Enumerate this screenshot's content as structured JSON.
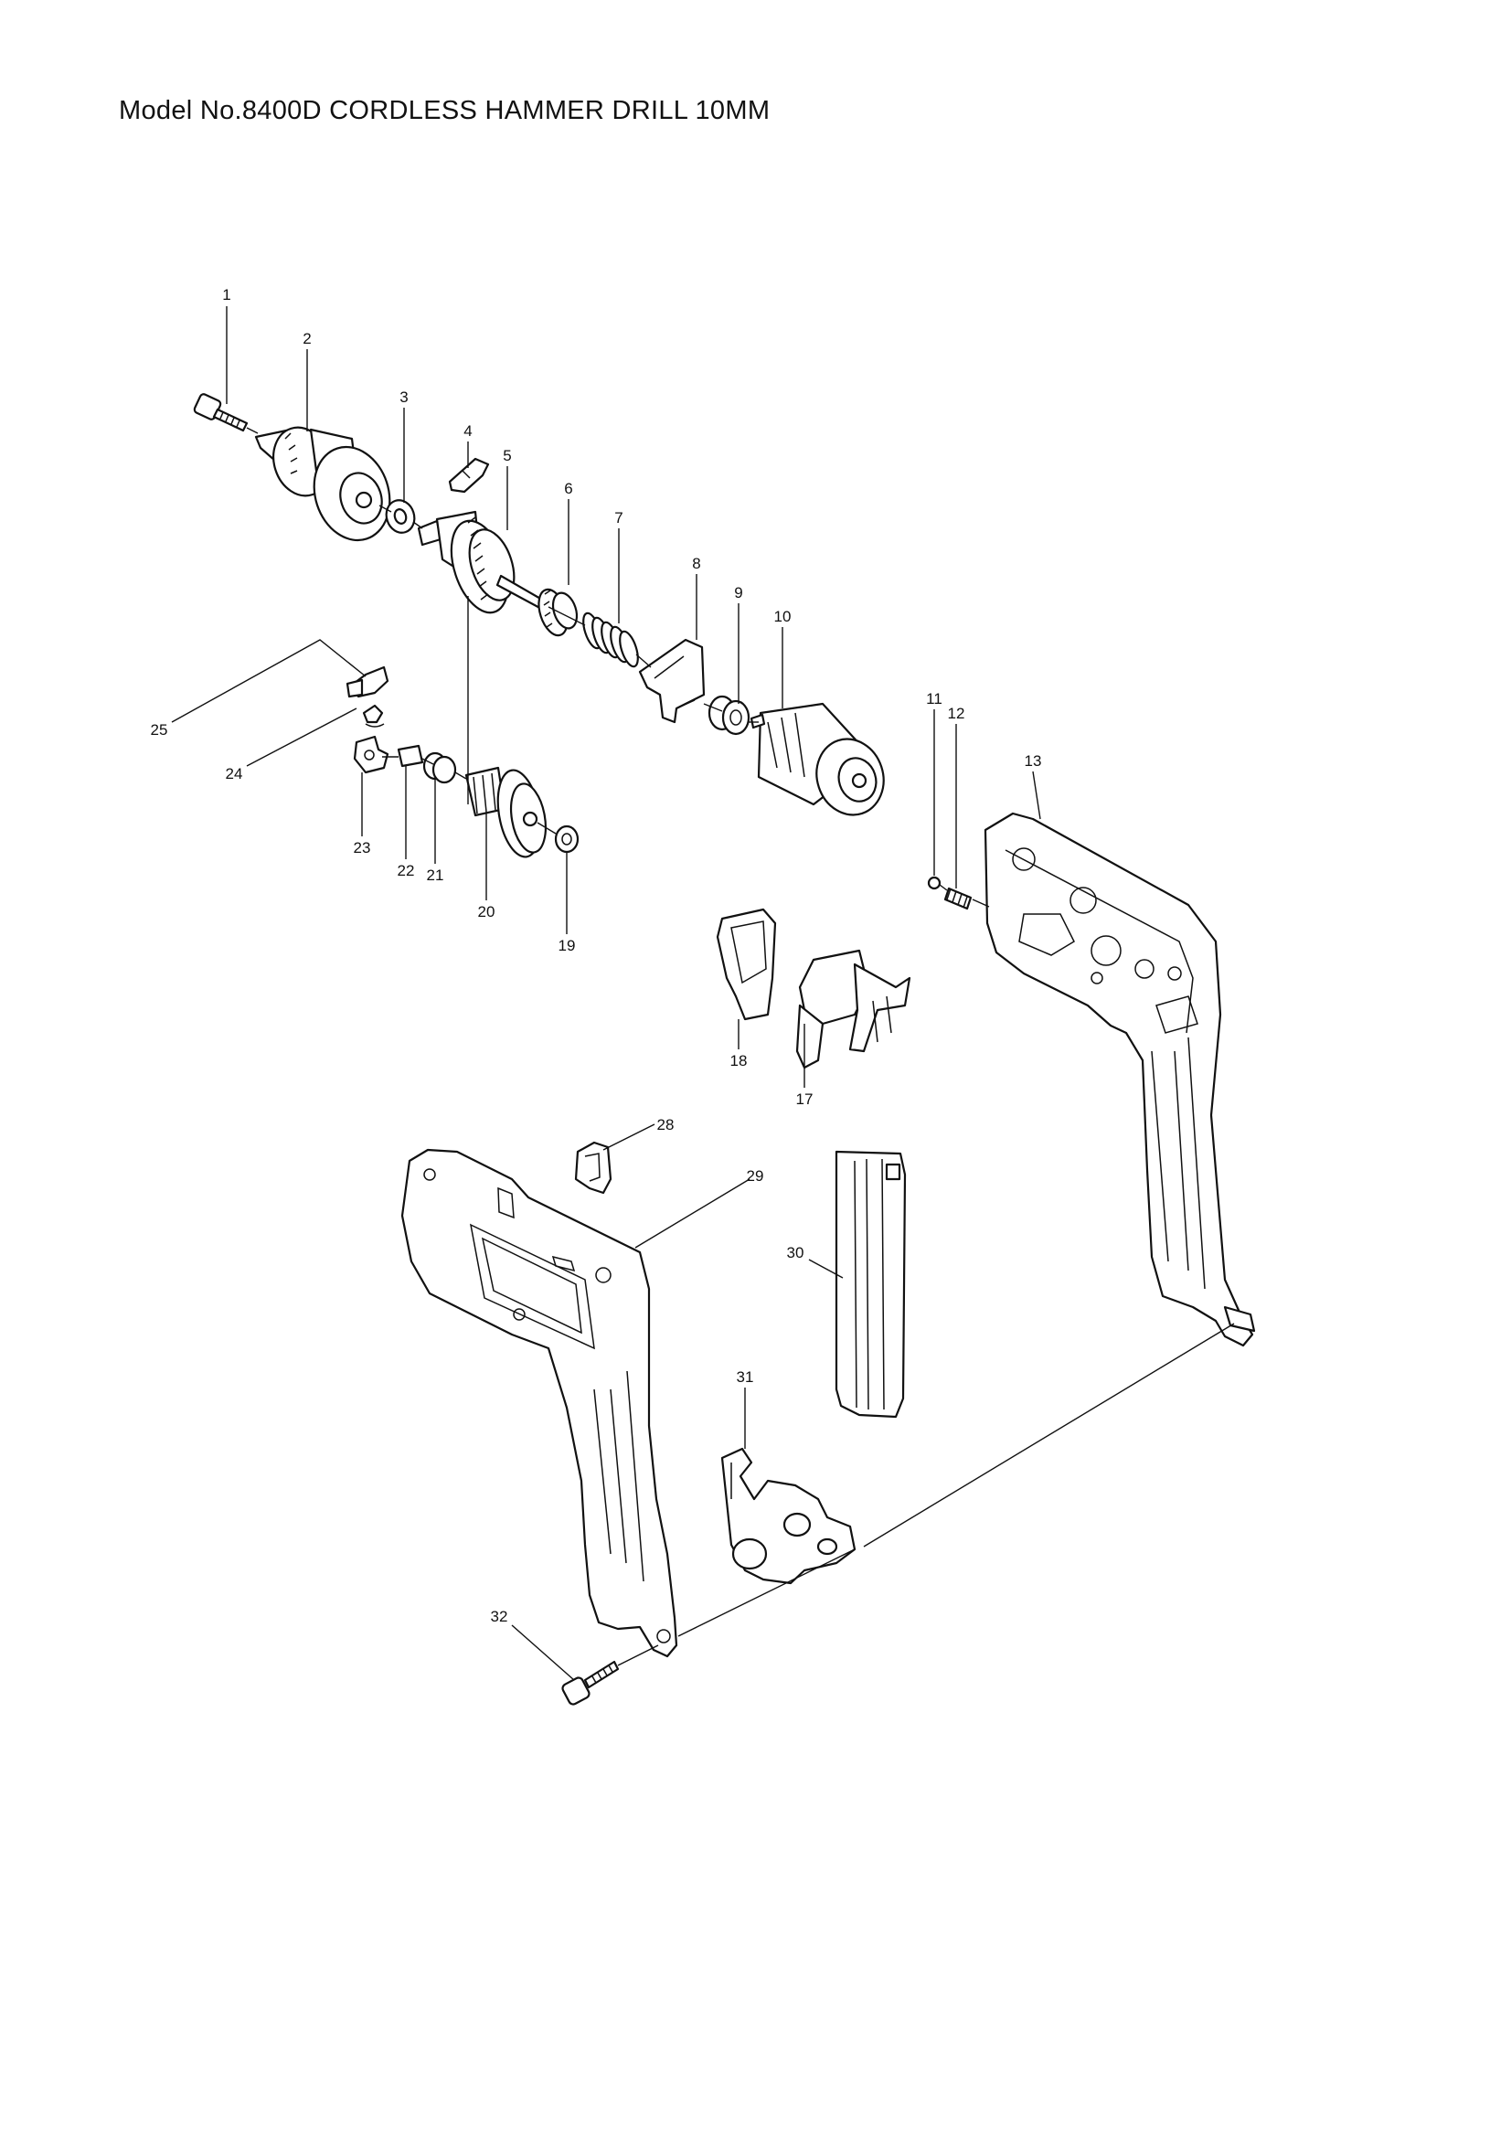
{
  "title": "Model No.8400D CORDLESS HAMMER DRILL 10MM",
  "callouts": [
    "1",
    "2",
    "3",
    "4",
    "5",
    "6",
    "7",
    "8",
    "9",
    "10",
    "11",
    "12",
    "13",
    "17",
    "18",
    "19",
    "20",
    "21",
    "22",
    "23",
    "24",
    "25",
    "28",
    "29",
    "30",
    "31",
    "32"
  ],
  "parts": [
    {
      "no": "1",
      "name": "screw-icon"
    },
    {
      "no": "2",
      "name": "drill-chuck-icon"
    },
    {
      "no": "3",
      "name": "washer-icon"
    },
    {
      "no": "4",
      "name": "clip-icon"
    },
    {
      "no": "5",
      "name": "spindle-gear-icon"
    },
    {
      "no": "6",
      "name": "cam-icon"
    },
    {
      "no": "7",
      "name": "spring-icon"
    },
    {
      "no": "8",
      "name": "plate-icon"
    },
    {
      "no": "9",
      "name": "bearing-icon"
    },
    {
      "no": "10",
      "name": "dc-motor-icon"
    },
    {
      "no": "11",
      "name": "steel-ball-icon"
    },
    {
      "no": "12",
      "name": "spring-icon"
    },
    {
      "no": "13",
      "name": "housing-right-icon"
    },
    {
      "no": "17",
      "name": "switch-icon"
    },
    {
      "no": "18",
      "name": "switch-cover-icon"
    },
    {
      "no": "19",
      "name": "bearing-icon"
    },
    {
      "no": "20",
      "name": "spur-gear-icon"
    },
    {
      "no": "21",
      "name": "bearing-icon"
    },
    {
      "no": "22",
      "name": "pin-icon"
    },
    {
      "no": "23",
      "name": "lever-icon"
    },
    {
      "no": "24",
      "name": "spring-clip-icon"
    },
    {
      "no": "25",
      "name": "change-lever-icon"
    },
    {
      "no": "28",
      "name": "hook-icon"
    },
    {
      "no": "29",
      "name": "housing-left-icon"
    },
    {
      "no": "30",
      "name": "battery-icon"
    },
    {
      "no": "31",
      "name": "terminal-icon"
    },
    {
      "no": "32",
      "name": "screw-icon"
    }
  ]
}
